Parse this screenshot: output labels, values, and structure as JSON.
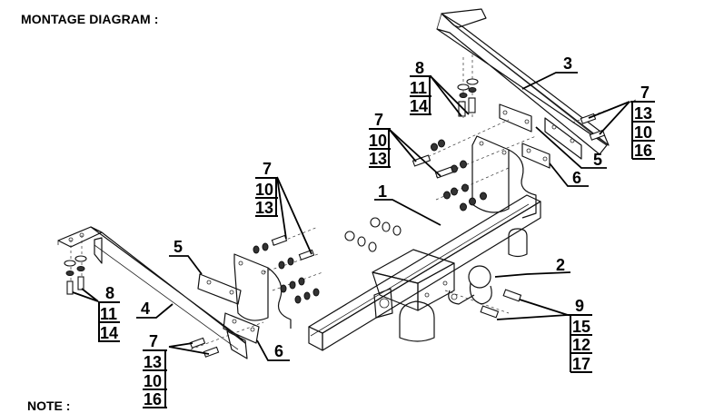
{
  "header": {
    "title": "MONTAGE DIAGRAM :"
  },
  "footer": {
    "note": "NOTE :"
  },
  "parts": {
    "p1": "1",
    "p2": "2",
    "p3": "3",
    "p4": "4",
    "p5a": "5",
    "p5b": "5",
    "p6a": "6",
    "p6b": "6"
  },
  "fastener_groups": {
    "top_right": [
      "7",
      "13",
      "10",
      "16"
    ],
    "top_center_8": [
      "8",
      "11",
      "14"
    ],
    "center_7": [
      "7",
      "10",
      "13"
    ],
    "left_7": [
      "7",
      "10",
      "13"
    ],
    "left_8": [
      "8",
      "11",
      "14"
    ],
    "bottom_left_7": [
      "7",
      "13",
      "10",
      "16"
    ],
    "ball_9": [
      "9",
      "15",
      "12",
      "17"
    ]
  }
}
